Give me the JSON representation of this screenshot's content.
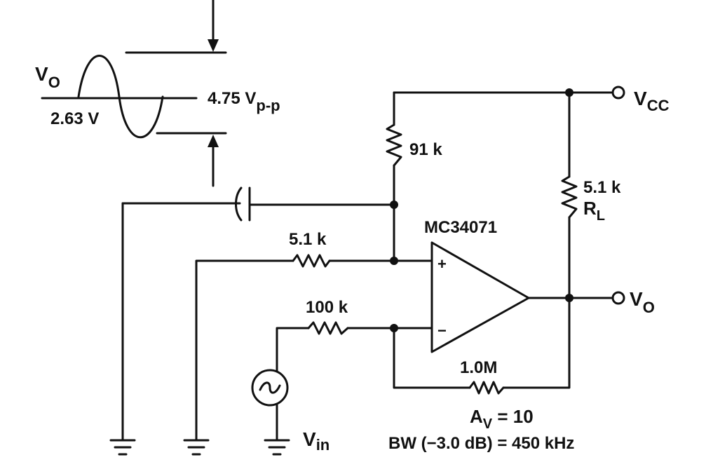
{
  "waveform": {
    "signal_main": "V",
    "signal_sub": "O",
    "dc_level": "2.63 V",
    "amp_main": "4.75 V",
    "amp_sub": "p-p"
  },
  "supply": {
    "main": "V",
    "sub": "CC"
  },
  "output": {
    "main": "V",
    "sub": "O"
  },
  "resistors": {
    "bias_top": "91 k",
    "bias_input": "5.1 k",
    "input": "100 k",
    "feedback": "1.0M",
    "load_value": "5.1 k",
    "load_main": "R",
    "load_sub": "L"
  },
  "opamp": {
    "name": "MC34071",
    "plus": "+",
    "minus": "−"
  },
  "source": {
    "main": "V",
    "sub": "in"
  },
  "specs": {
    "gain_main": "A",
    "gain_sub": "V",
    "gain_value": " = 10",
    "bandwidth": "BW (−3.0 dB) = 450 kHz"
  }
}
